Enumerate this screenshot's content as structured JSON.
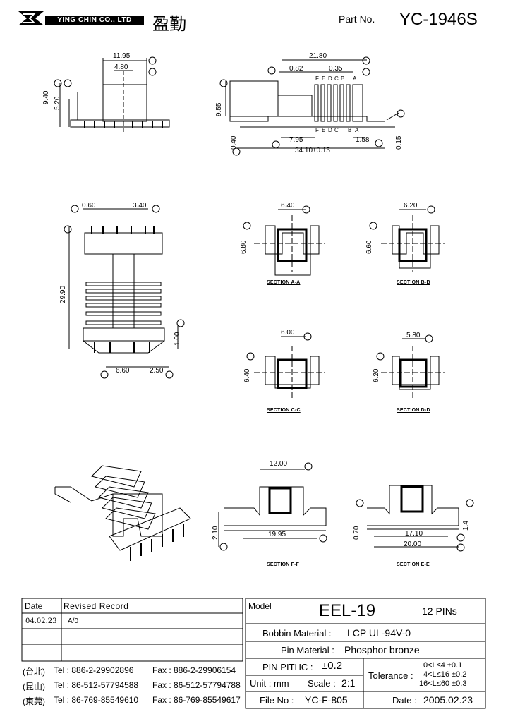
{
  "header": {
    "company": "YING CHIN CO., LTD",
    "company_cjk": "盈勤",
    "part_no_label": "Part No.",
    "part_no": "YC-1946S"
  },
  "dims": {
    "top_left": [
      "11.95",
      "4.80",
      "9.40",
      "5.20"
    ],
    "top_right": [
      "21.80",
      "0.82",
      "0.35",
      "9.55",
      "7.95",
      "1.58",
      "34.10±0.15",
      "0.40",
      "0.15"
    ],
    "side": [
      "0.60",
      "3.40",
      "29.90",
      "1.00",
      "6.60",
      "2.50"
    ],
    "sec_a": [
      "6.40",
      "6.80"
    ],
    "sec_b": [
      "6.20",
      "6.60"
    ],
    "sec_c": [
      "6.00",
      "6.40"
    ],
    "sec_d": [
      "5.80",
      "6.20"
    ],
    "sec_f": [
      "12.00",
      "2.10",
      "19.95"
    ],
    "sec_e": [
      "0.70",
      "17.10",
      "20.00",
      "1.4"
    ]
  },
  "pin_letters_top": [
    "F",
    "E",
    "D",
    "C",
    "B",
    "A"
  ],
  "pin_letters_bottom": [
    "F",
    "E",
    "D",
    "C",
    "B",
    "A"
  ],
  "sections": [
    "SECTION A-A",
    "SECTION B-B",
    "SECTION C-C",
    "SECTION D-D",
    "SECTION F-F",
    "SECTION E-E"
  ],
  "revision": {
    "date_header": "Date",
    "record_header": "Revised Record",
    "rows": [
      {
        "date": "04.02.23",
        "record": "A/0"
      },
      {
        "date": "",
        "record": ""
      },
      {
        "date": "",
        "record": ""
      }
    ]
  },
  "contacts": [
    {
      "city": "(台北)",
      "tel": "Tel : 886-2-29902896",
      "fax": "Fax : 886-2-29906154"
    },
    {
      "city": "(昆山)",
      "tel": "Tel : 86-512-57794588",
      "fax": "Fax : 86-512-57794788"
    },
    {
      "city": "(東莞)",
      "tel": "Tel : 86-769-85549610",
      "fax": "Fax : 86-769-85549617"
    }
  ],
  "spec": {
    "model_label": "Model",
    "model": "EEL-19",
    "pins": "12 PINs",
    "bobbin_label": "Bobbin  Material :",
    "bobbin": "LCP  UL-94V-0",
    "pin_mat_label": "Pin  Material :",
    "pin_mat": "Phosphor bronze",
    "pitch_label": "PIN  PITHC :",
    "pitch": "±0.2",
    "unit_label": "Unit : mm",
    "scale_label": "Scale :",
    "scale": "2:1",
    "tolerance_label": "Tolerance :",
    "tolerances": [
      "0<L≤4   ±0.1",
      "4<L≤16 ±0.2",
      "16<L≤60 ±0.3"
    ],
    "file_label": "File  No :",
    "file": "YC-F-805",
    "date_label": "Date :",
    "date": "2005.02.23"
  }
}
